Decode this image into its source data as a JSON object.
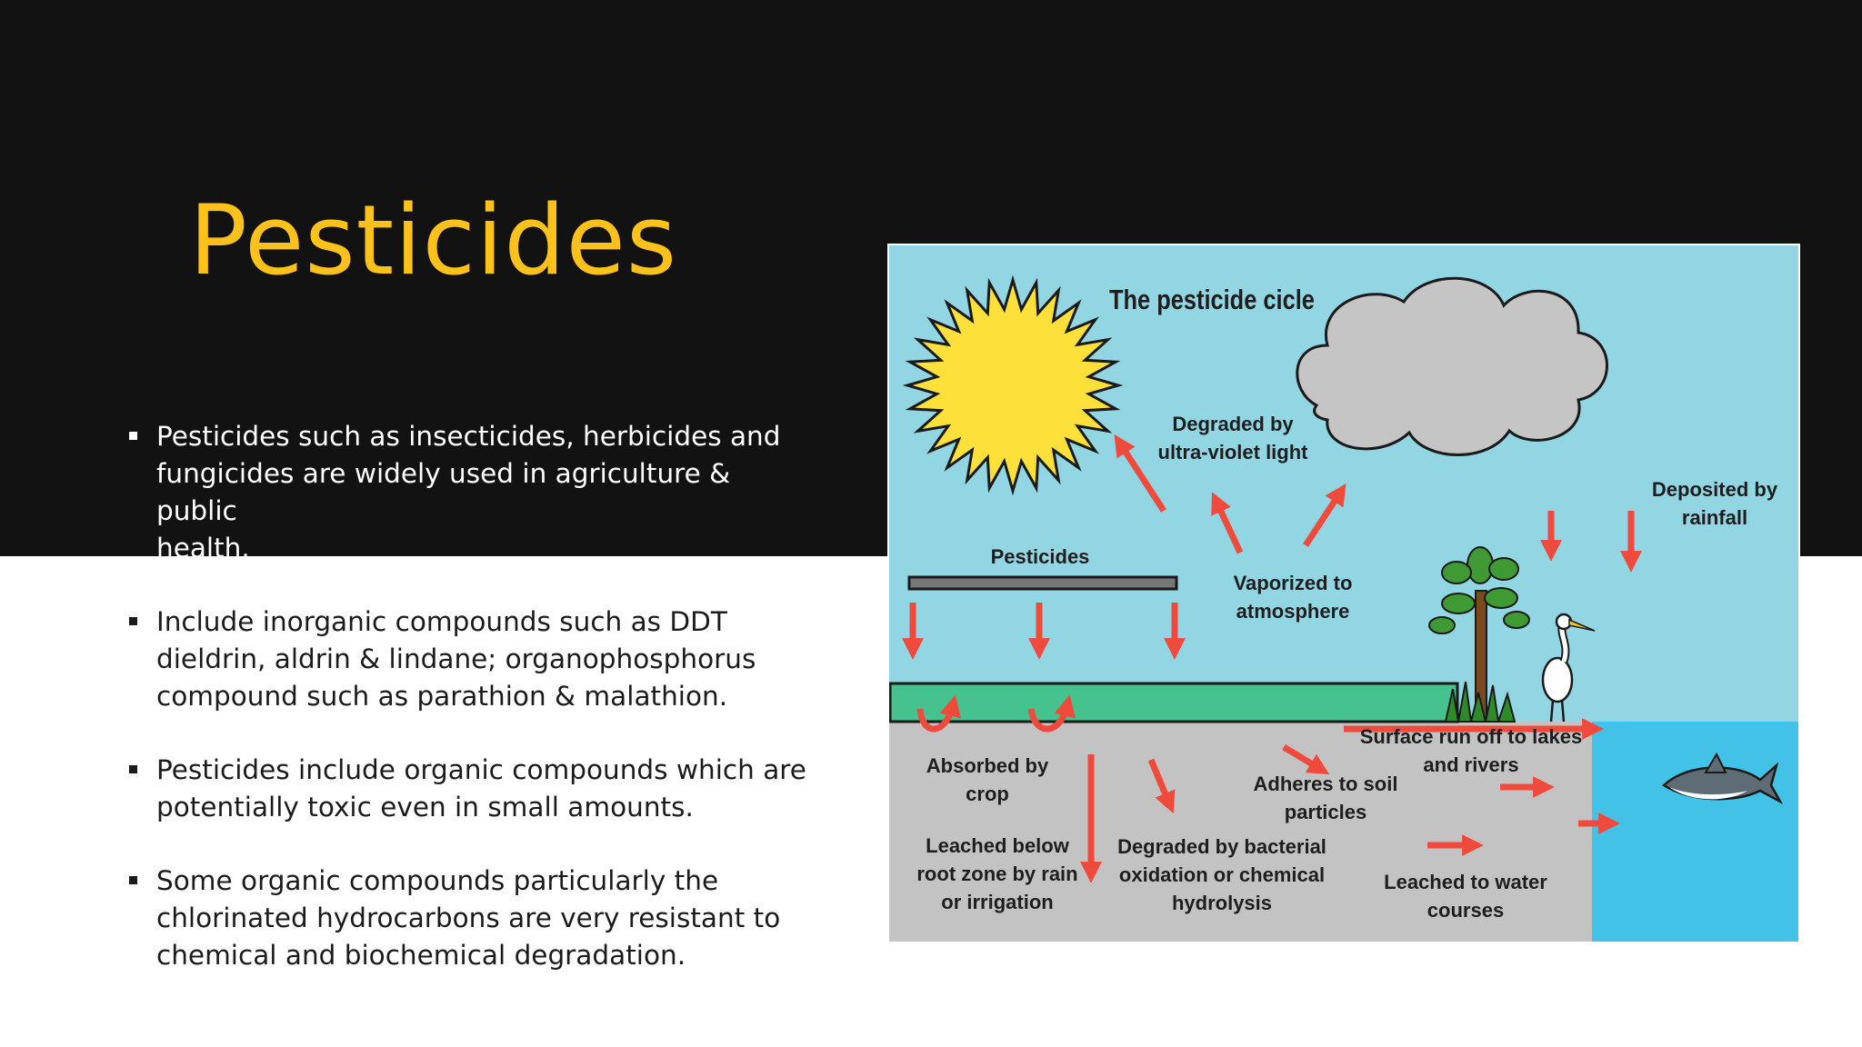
{
  "slide": {
    "title": "Pesticides",
    "bullets": [
      {
        "lines": [
          "Pesticides such as insecticides, herbicides and",
          "fungicides are widely used in agriculture & public",
          "health."
        ]
      },
      {
        "lines": [
          "Include inorganic compounds such as DDT",
          "dieldrin, aldrin & lindane; organophosphorus",
          "compound such as parathion & malathion."
        ]
      },
      {
        "lines": [
          "Pesticides include organic compounds which are",
          "potentially toxic even in small amounts."
        ]
      },
      {
        "lines": [
          "Some organic compounds particularly the",
          "chlorinated hydrocarbons are very resistant to",
          "chemical and biochemical degradation."
        ]
      }
    ]
  },
  "figure": {
    "title": "The pesticide cicle",
    "labels": {
      "degraded_uv": [
        "Degraded by",
        "ultra-violet light"
      ],
      "deposited_rainfall": [
        "Deposited by",
        "rainfall"
      ],
      "pesticides": "Pesticides",
      "vaporized": [
        "Vaporized to",
        "atmosphere"
      ],
      "surface_runoff": [
        "Surface run off to lakes",
        "and rivers"
      ],
      "absorbed": [
        "Absorbed by",
        "crop"
      ],
      "adheres": [
        "Adheres to soil",
        "particles"
      ],
      "leached_root": [
        "Leached below",
        "root zone by rain",
        "or irrigation"
      ],
      "degraded_bacterial": [
        "Degraded by bacterial",
        "oxidation or chemical",
        "hydrolysis"
      ],
      "leached_water": [
        "Leached to water",
        "courses"
      ]
    },
    "icons": [
      "sun-icon",
      "cloud-icon",
      "tree-icon",
      "heron-icon",
      "shark-icon"
    ],
    "colors": {
      "sky": "#93d6e3",
      "soil": "#c3c3c3",
      "water": "#41c2e6",
      "field": "#45c28e",
      "sun": "#fde03a",
      "cloud": "#c5c5c5",
      "arrow": "#ef4a3c",
      "title_accent": "#fcc11b"
    }
  }
}
